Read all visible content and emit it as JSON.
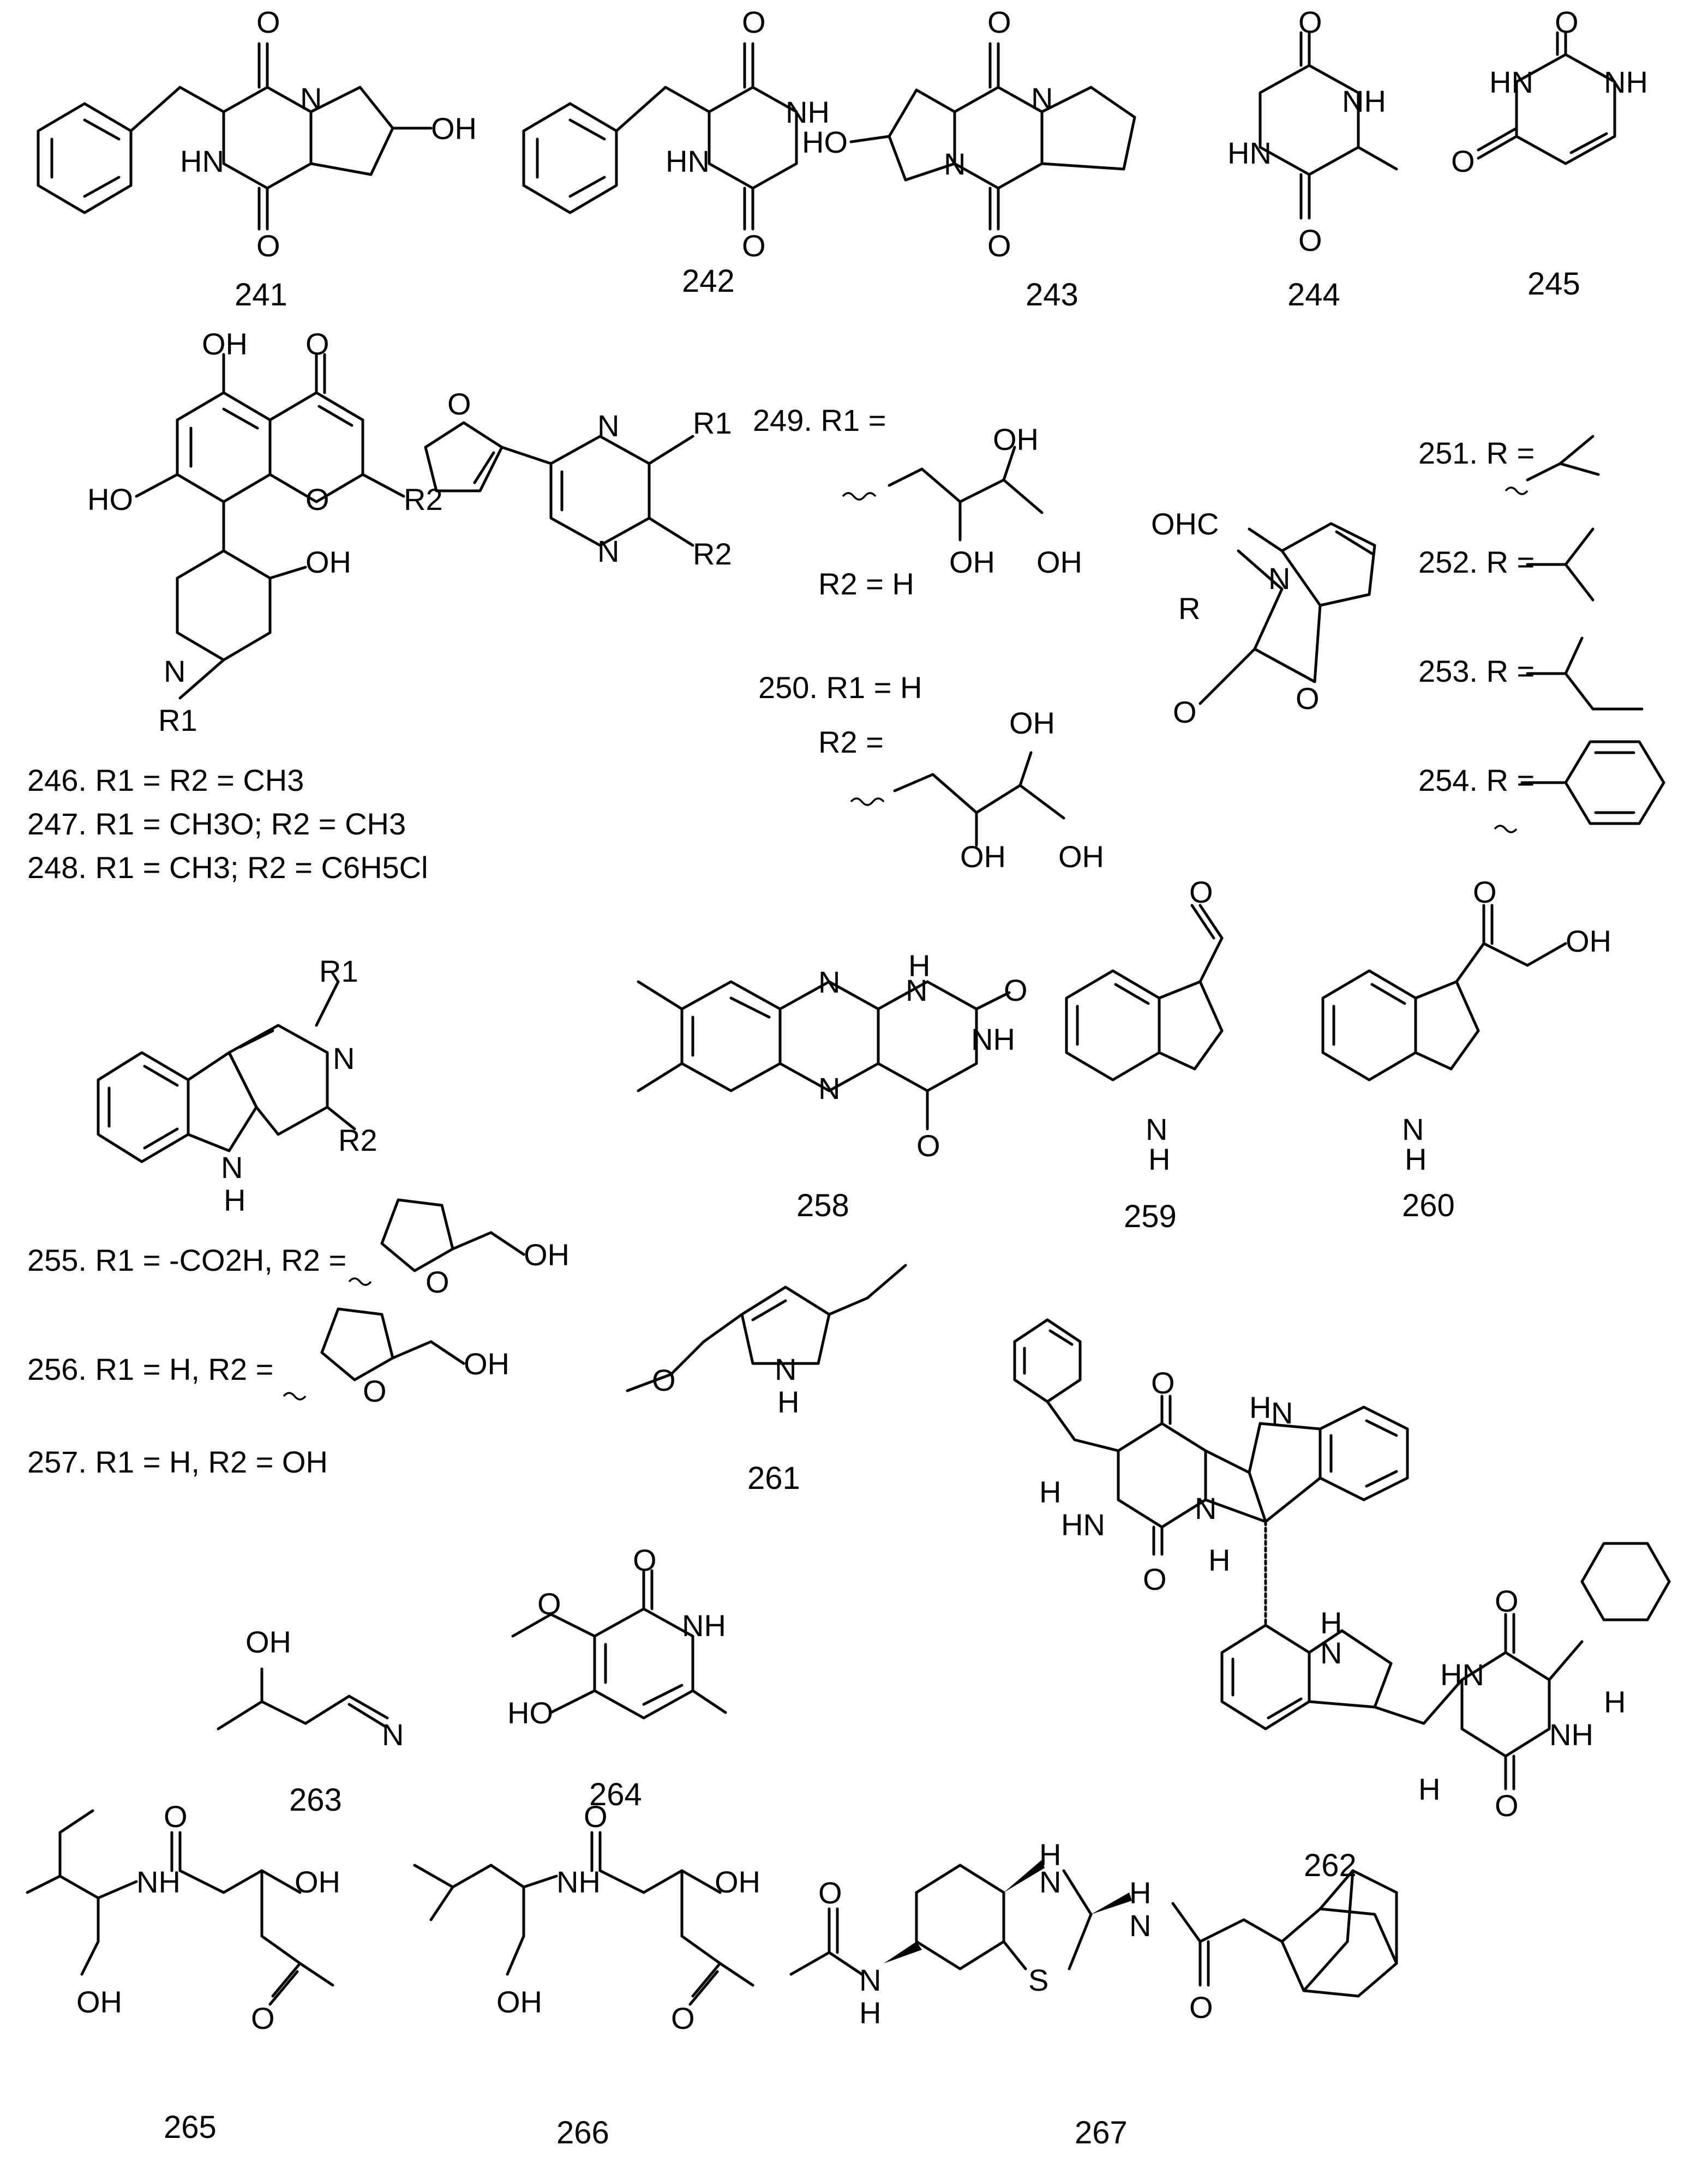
{
  "labels": {
    "c241": "241",
    "c242": "242",
    "c243": "243",
    "c244": "244",
    "c245": "245",
    "c258": "258",
    "c259": "259",
    "c260": "260",
    "c261": "261",
    "c262": "262",
    "c263": "263",
    "c264": "264",
    "c265": "265",
    "c266": "266",
    "c267": "267"
  },
  "definitions": {
    "d246": "246. R1 = R2 = CH3",
    "d247": "247. R1 = CH3O; R2 = CH3",
    "d248": "248. R1 = CH3; R2 = C6H5Cl",
    "d249_r1": "249. R1 =",
    "d249_r2": "R2 = H",
    "d250_r1": "250. R1 = H",
    "d250_r2": "R2 =",
    "d251": "251. R =",
    "d252": "252. R =",
    "d253": "253. R =",
    "d254": "254. R =",
    "d255": "255. R1 = -CO2H, R2 =",
    "d256": "256. R1 = H, R2 =",
    "d257": "257. R1 = H, R2 = OH"
  },
  "atoms": {
    "O": "O",
    "OH": "OH",
    "HO": "HO",
    "N": "N",
    "NH": "NH",
    "HN": "HN",
    "H": "H",
    "S": "S",
    "OHC": "OHC",
    "R": "R",
    "R1": "R1",
    "R2": "R2"
  },
  "colors": {
    "ink": "#000000",
    "background": "#ffffff"
  }
}
